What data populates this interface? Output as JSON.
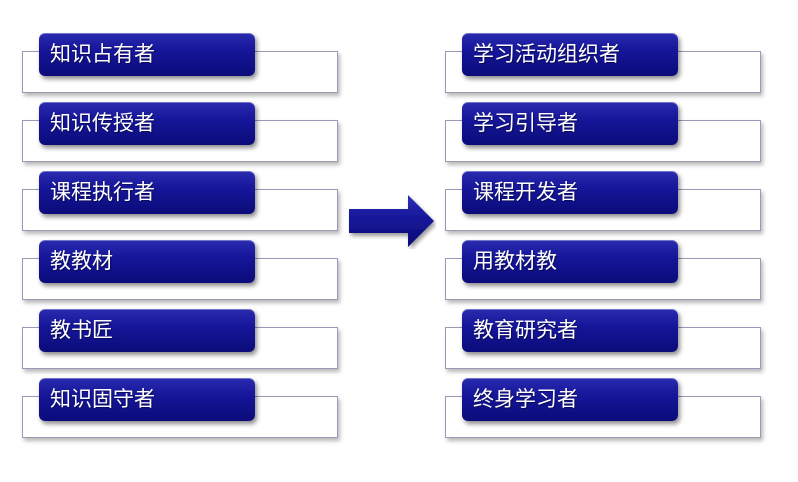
{
  "left_column": {
    "items": [
      {
        "label": "知识占有者"
      },
      {
        "label": "知识传授者"
      },
      {
        "label": "课程执行者"
      },
      {
        "label": "教教材"
      },
      {
        "label": "教书匠"
      },
      {
        "label": "知识固守者"
      }
    ]
  },
  "right_column": {
    "items": [
      {
        "label": "学习活动组织者"
      },
      {
        "label": "学习引导者"
      },
      {
        "label": "课程开发者"
      },
      {
        "label": "用教材教"
      },
      {
        "label": "教育研究者"
      },
      {
        "label": "终身学习者"
      }
    ]
  },
  "colors": {
    "label_fill": "#16169a",
    "label_text": "#ffffff",
    "box_border": "#9a9ab8",
    "arrow_fill": "#16169a"
  },
  "icons": {
    "transition": "right-arrow-icon"
  }
}
